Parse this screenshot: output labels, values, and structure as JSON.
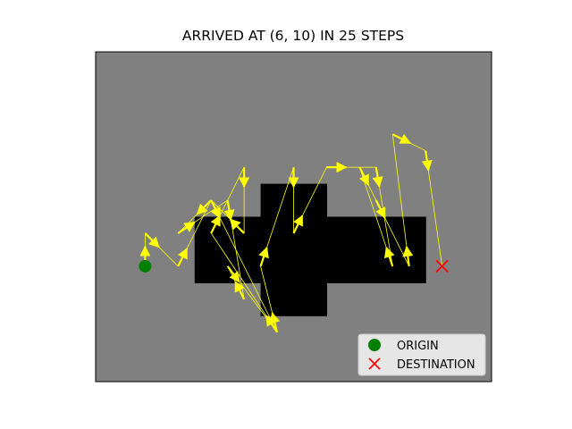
{
  "figure": {
    "title": "ARRIVED AT (6, 10) IN 25 STEPS"
  },
  "chart_data": {
    "type": "scatter",
    "title": "ARRIVED AT (6, 10) IN 25 STEPS",
    "xlabel": "",
    "ylabel": "",
    "xlim": [
      -0.5,
      11.5
    ],
    "ylim": [
      -0.5,
      9.5
    ],
    "grid": false,
    "legend_placement": "lower right",
    "colors": {
      "background": "#808080",
      "obstacle": "#000000",
      "path": "#ffff00",
      "origin": "#008000",
      "destination": "#ff0000"
    },
    "obstacles": [
      {
        "col": 3,
        "row": 6
      },
      {
        "col": 4,
        "row": 6
      },
      {
        "col": 5,
        "row": 6
      },
      {
        "col": 6,
        "row": 6
      },
      {
        "col": 7,
        "row": 6
      },
      {
        "col": 8,
        "row": 6
      },
      {
        "col": 9,
        "row": 6
      },
      {
        "col": 3,
        "row": 5
      },
      {
        "col": 4,
        "row": 5
      },
      {
        "col": 5,
        "row": 5
      },
      {
        "col": 6,
        "row": 5
      },
      {
        "col": 7,
        "row": 5
      },
      {
        "col": 8,
        "row": 5
      },
      {
        "col": 9,
        "row": 5
      },
      {
        "col": 5,
        "row": 4
      },
      {
        "col": 6,
        "row": 4
      },
      {
        "col": 5,
        "row": 7
      },
      {
        "col": 6,
        "row": 7
      }
    ],
    "origin": {
      "x": 1,
      "y": 6
    },
    "destination": {
      "x": 10,
      "y": 6
    },
    "path": [
      {
        "x": 1.0,
        "y": 6.0
      },
      {
        "x": 1.0,
        "y": 5.0
      },
      {
        "x": 2.0,
        "y": 6.0
      },
      {
        "x": 3.0,
        "y": 4.0
      },
      {
        "x": 2.0,
        "y": 5.0
      },
      {
        "x": 3.5,
        "y": 4.0
      },
      {
        "x": 4.0,
        "y": 7.0
      },
      {
        "x": 3.5,
        "y": 6.0
      },
      {
        "x": 5.0,
        "y": 8.0
      },
      {
        "x": 3.0,
        "y": 5.0
      },
      {
        "x": 4.0,
        "y": 3.0
      },
      {
        "x": 4.0,
        "y": 5.0
      },
      {
        "x": 3.0,
        "y": 4.0
      },
      {
        "x": 5.0,
        "y": 8.0
      },
      {
        "x": 4.5,
        "y": 6.0
      },
      {
        "x": 5.5,
        "y": 3.0
      },
      {
        "x": 5.5,
        "y": 5.0
      },
      {
        "x": 6.5,
        "y": 3.0
      },
      {
        "x": 8.0,
        "y": 3.0
      },
      {
        "x": 8.5,
        "y": 6.0
      },
      {
        "x": 7.5,
        "y": 3.0
      },
      {
        "x": 8.0,
        "y": 4.0
      },
      {
        "x": 9.0,
        "y": 6.0
      },
      {
        "x": 8.5,
        "y": 2.0
      },
      {
        "x": 9.5,
        "y": 2.5
      },
      {
        "x": 10.0,
        "y": 6.0
      }
    ],
    "legend": [
      {
        "label": "ORIGIN",
        "marker": "circle",
        "color": "#008000"
      },
      {
        "label": "DESTINATION",
        "marker": "x",
        "color": "#ff0000"
      }
    ]
  }
}
